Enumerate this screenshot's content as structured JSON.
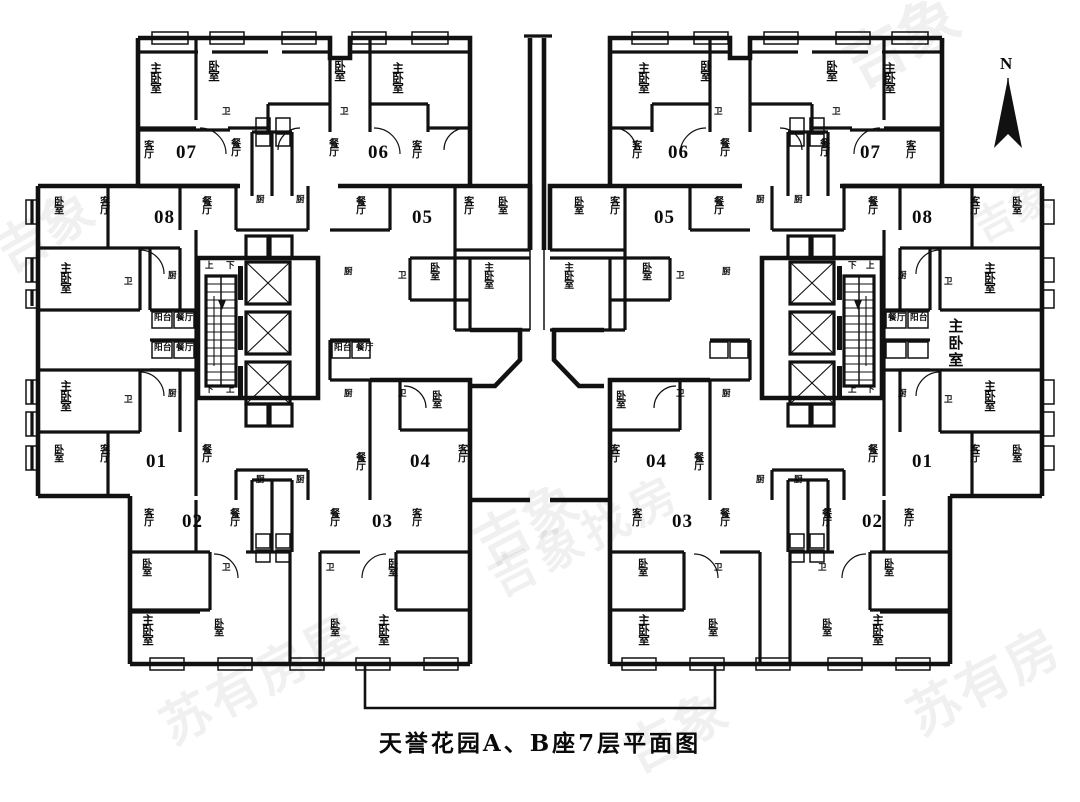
{
  "document": {
    "title": "天誉花园A、B座7层平面图",
    "type": "architectural-floor-plan",
    "orientation_marker": "N"
  },
  "rooms": {
    "master_bedroom": "主卧室",
    "bedroom": "卧室",
    "living_room": "客厅",
    "dining_room": "餐厅",
    "kitchen": "厨",
    "bathroom": "卫",
    "balcony": "阳台",
    "stair_up": "上",
    "stair_down": "下"
  },
  "units": {
    "building_a": [
      "07",
      "06",
      "08",
      "05",
      "01",
      "04",
      "02",
      "03"
    ],
    "building_b": [
      "06",
      "07",
      "05",
      "08",
      "04",
      "01",
      "03",
      "02"
    ]
  },
  "cores": {
    "elevator_count": 3,
    "stair_labels": [
      "上",
      "下"
    ]
  },
  "watermarks": [
    "吉象",
    "吉象找房",
    "苏有房",
    "苏有房屋",
    "吉象"
  ],
  "colors": {
    "ink": "#111111",
    "paper": "#ffffff",
    "watermark": "#000000"
  }
}
